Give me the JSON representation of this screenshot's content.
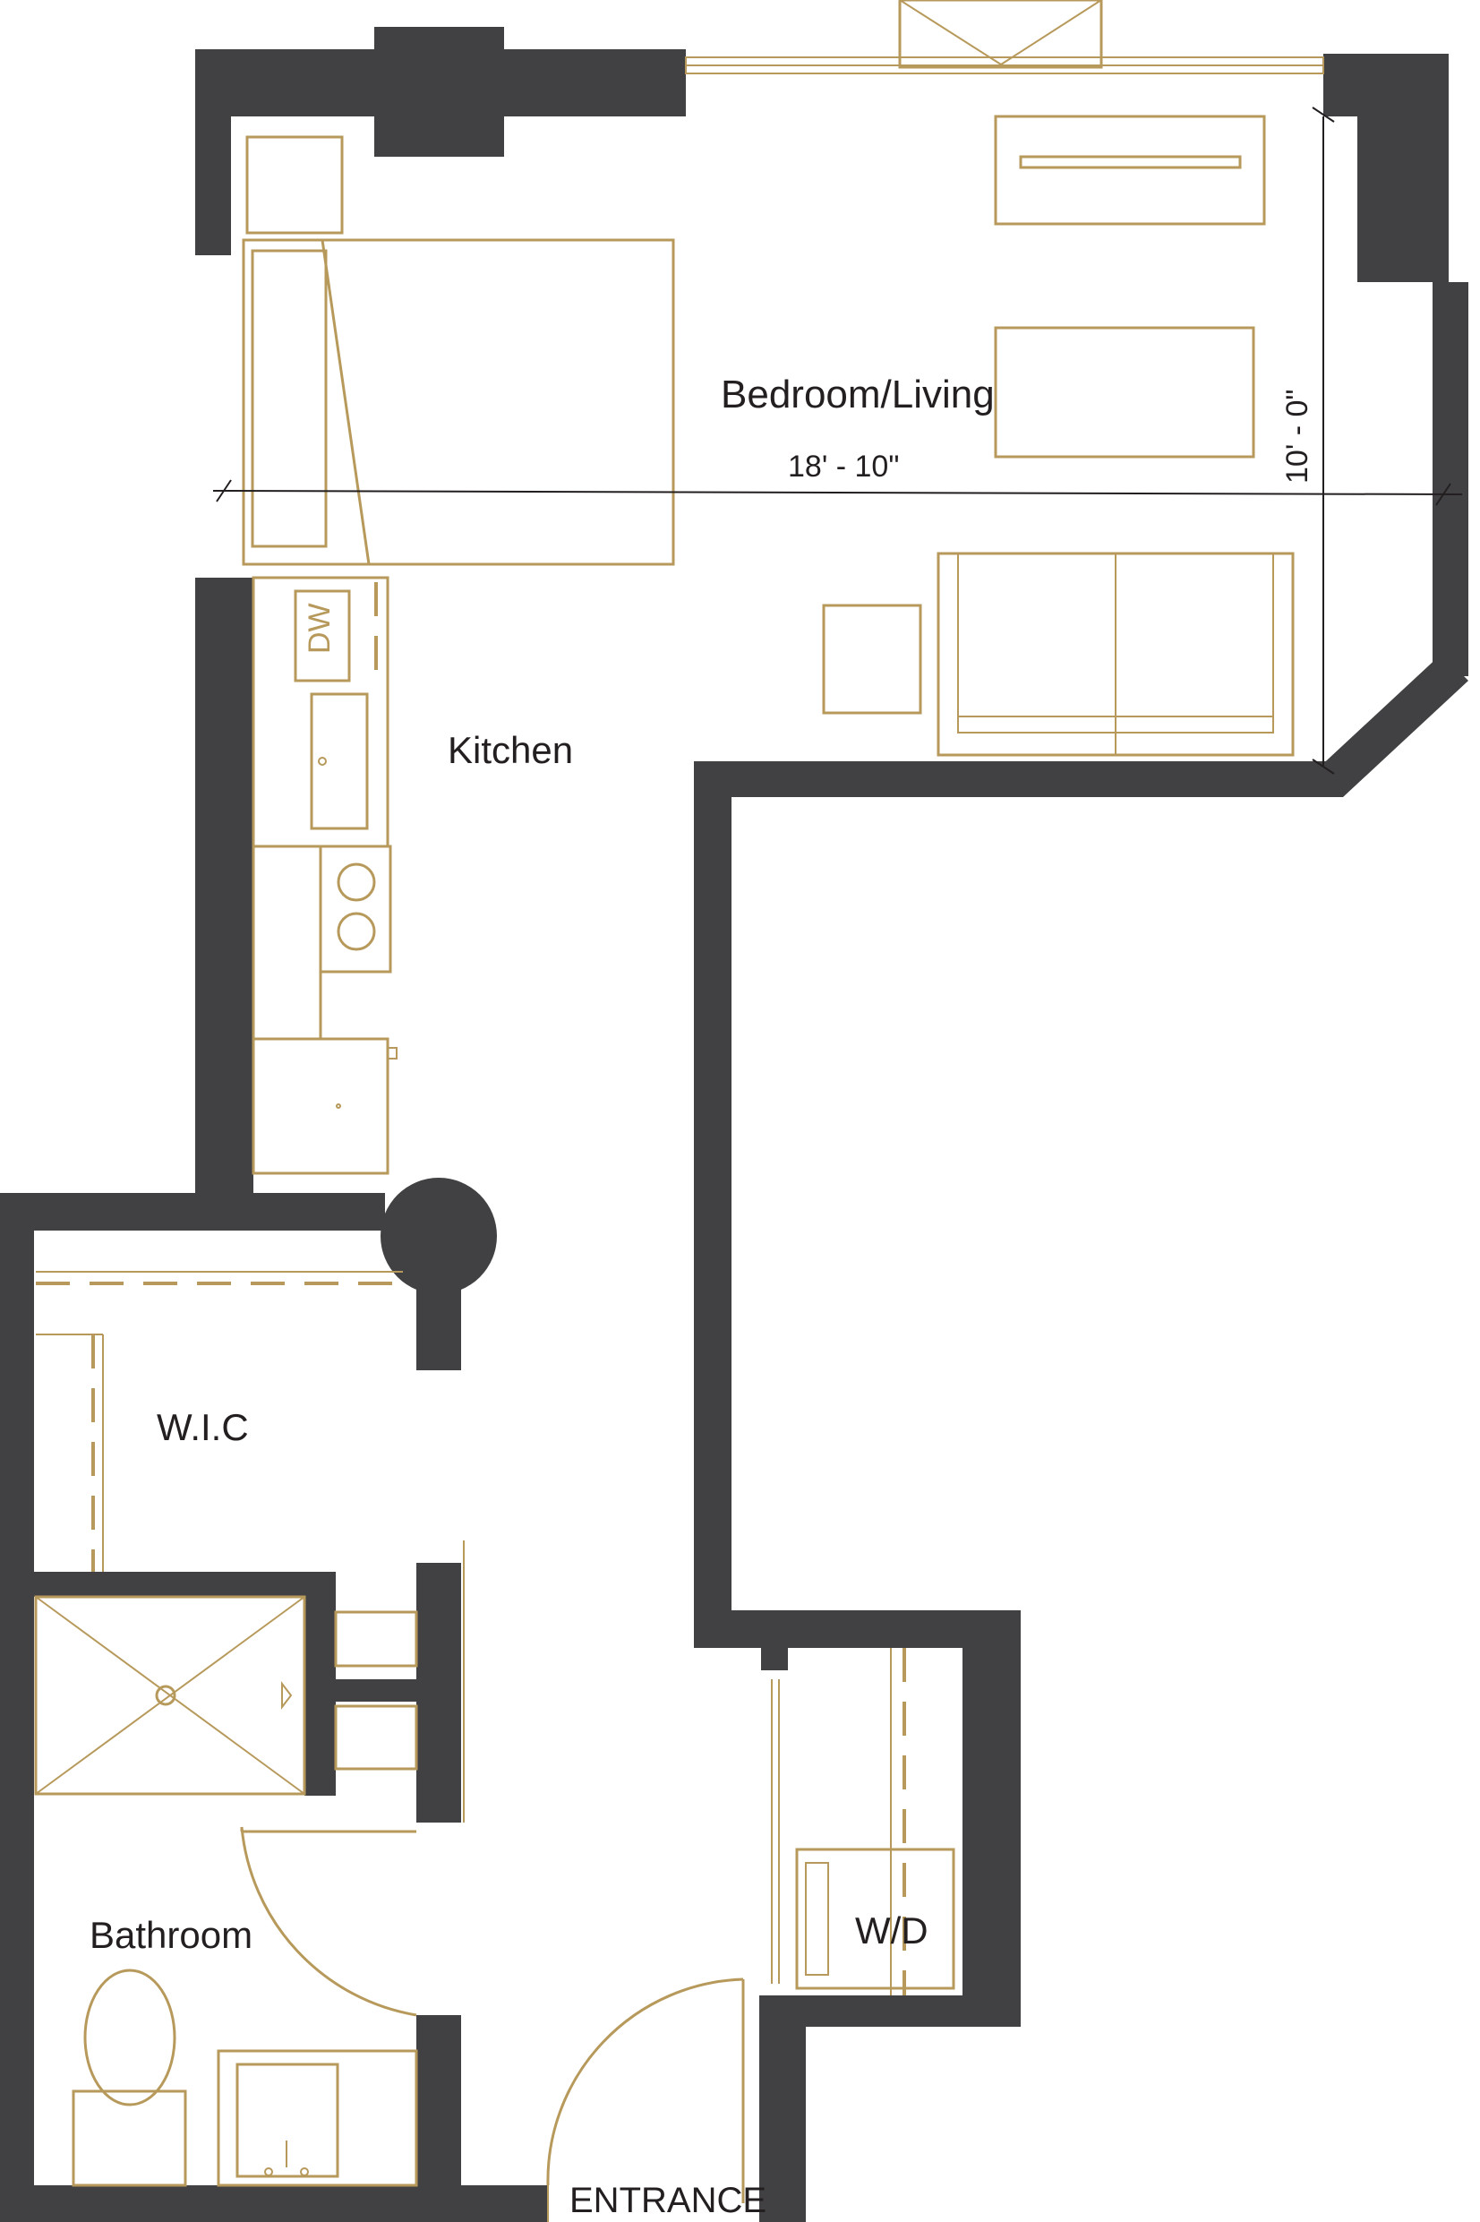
{
  "rooms": {
    "bedroom_living": "Bedroom/Living",
    "kitchen": "Kitchen",
    "walk_in_closet": "W.I.C",
    "bathroom": "Bathroom",
    "washer_dryer": "W/D",
    "entrance": "ENTRANCE"
  },
  "dimensions": {
    "width": "18' - 10\"",
    "depth": "10' - 0\""
  },
  "appliances": {
    "dishwasher": "DW"
  },
  "colors": {
    "wall": "#414042",
    "fixture": "#b79a5b",
    "text": "#231f20"
  }
}
